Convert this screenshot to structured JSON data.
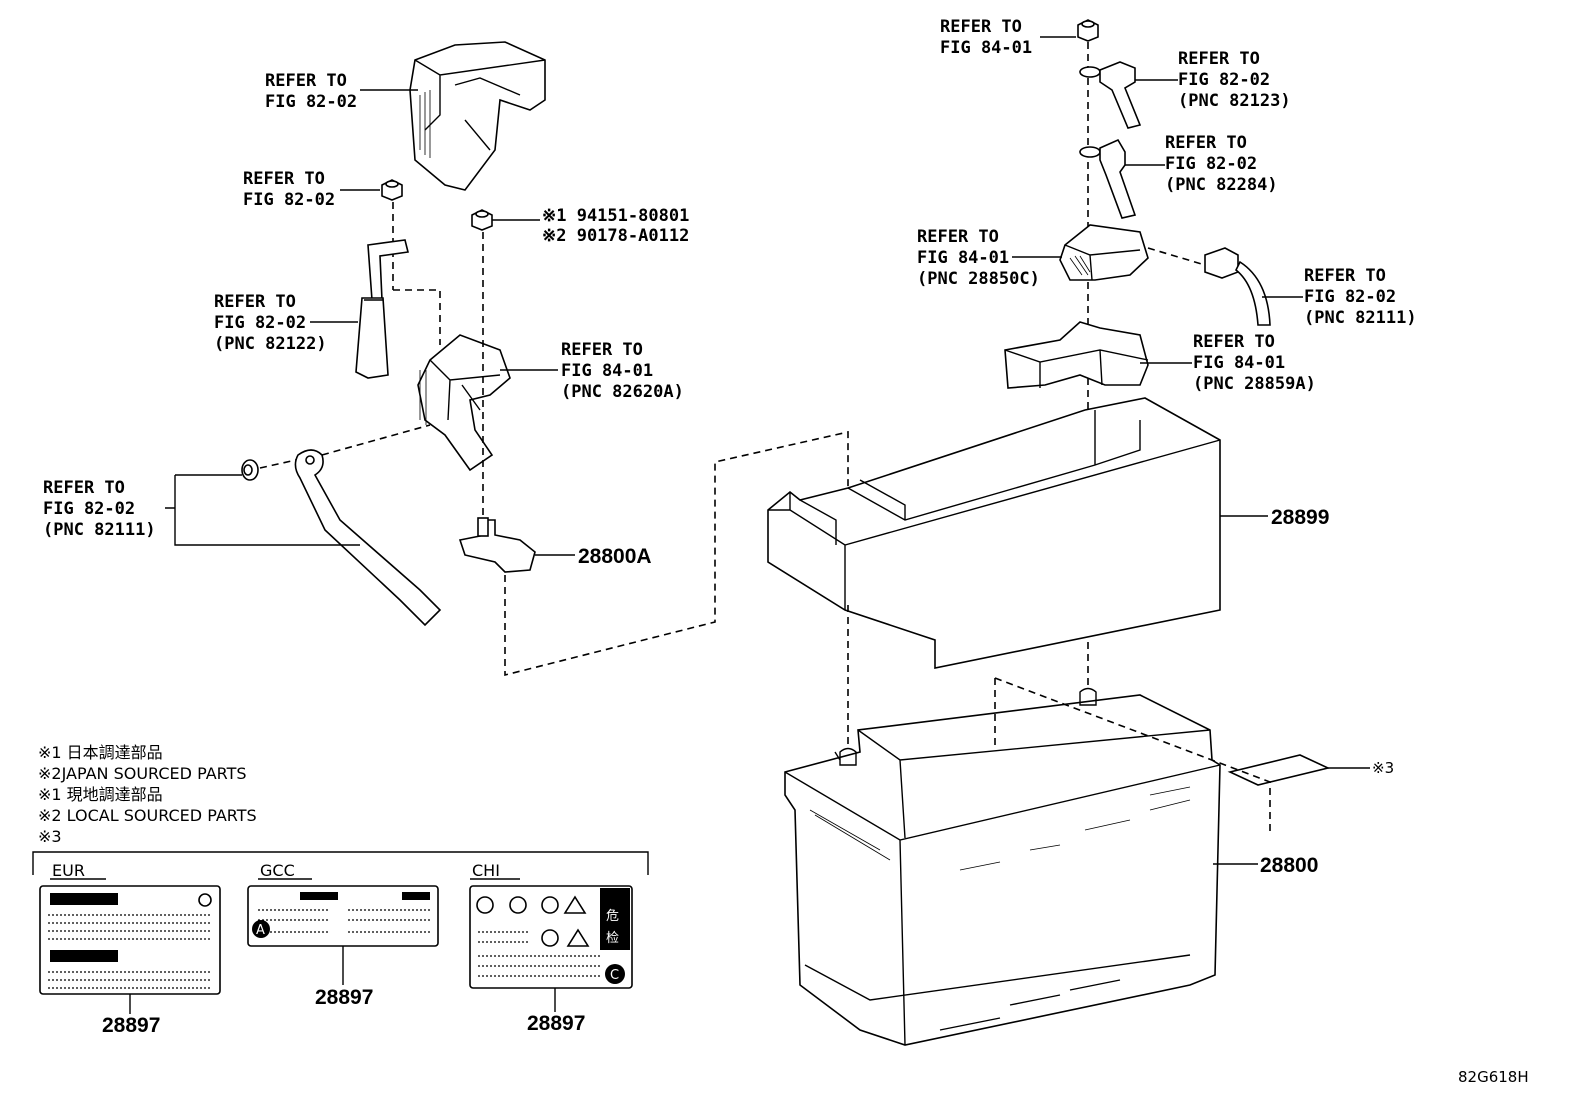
{
  "refs": {
    "cover_top": [
      "REFER TO",
      "FIG 82-02"
    ],
    "nut_left": [
      "REFER TO",
      "FIG 82-02"
    ],
    "cable_82122": [
      "REFER TO",
      "FIG 82-02",
      "(PNC 82122)"
    ],
    "clamp_82620A": [
      "REFER TO",
      "FIG 84-01",
      "(PNC 82620A)"
    ],
    "cable_82111_left": [
      "REFER TO",
      "FIG 82-02",
      "(PNC 82111)"
    ],
    "nut_right": [
      "REFER TO",
      "FIG 84-01"
    ],
    "wire_82123": [
      "REFER TO",
      "FIG 82-02",
      "(PNC 82123)"
    ],
    "wire_82284": [
      "REFER TO",
      "FIG 82-02",
      "(PNC 82284)"
    ],
    "fuse_28850C": [
      "REFER TO",
      "FIG 84-01",
      "(PNC 28850C)"
    ],
    "wire_82111_right": [
      "REFER TO",
      "FIG 82-02",
      "(PNC 82111)"
    ],
    "cover_28859A": [
      "REFER TO",
      "FIG 84-01",
      "(PNC 28859A)"
    ]
  },
  "nut_part_numbers": [
    "※1 94151-80801",
    "※2 90178-A0112"
  ],
  "part_numbers": {
    "terminal": "28800A",
    "tray": "28899",
    "battery": "28800",
    "label_ref": "※3",
    "label_eur": "28897",
    "label_gcc": "28897",
    "label_chi": "28897"
  },
  "notes": [
    "※1 日本調達部品",
    "※2JAPAN SOURCED PARTS",
    "※1 現地調達部品",
    "※2 LOCAL SOURCED PARTS",
    "※3"
  ],
  "label_regions": [
    "EUR",
    "GCC",
    "CHI"
  ],
  "label_chi_glyphs": [
    "危",
    "检"
  ],
  "label_marks": [
    "A",
    "C"
  ],
  "diagram_code": "82G618H"
}
